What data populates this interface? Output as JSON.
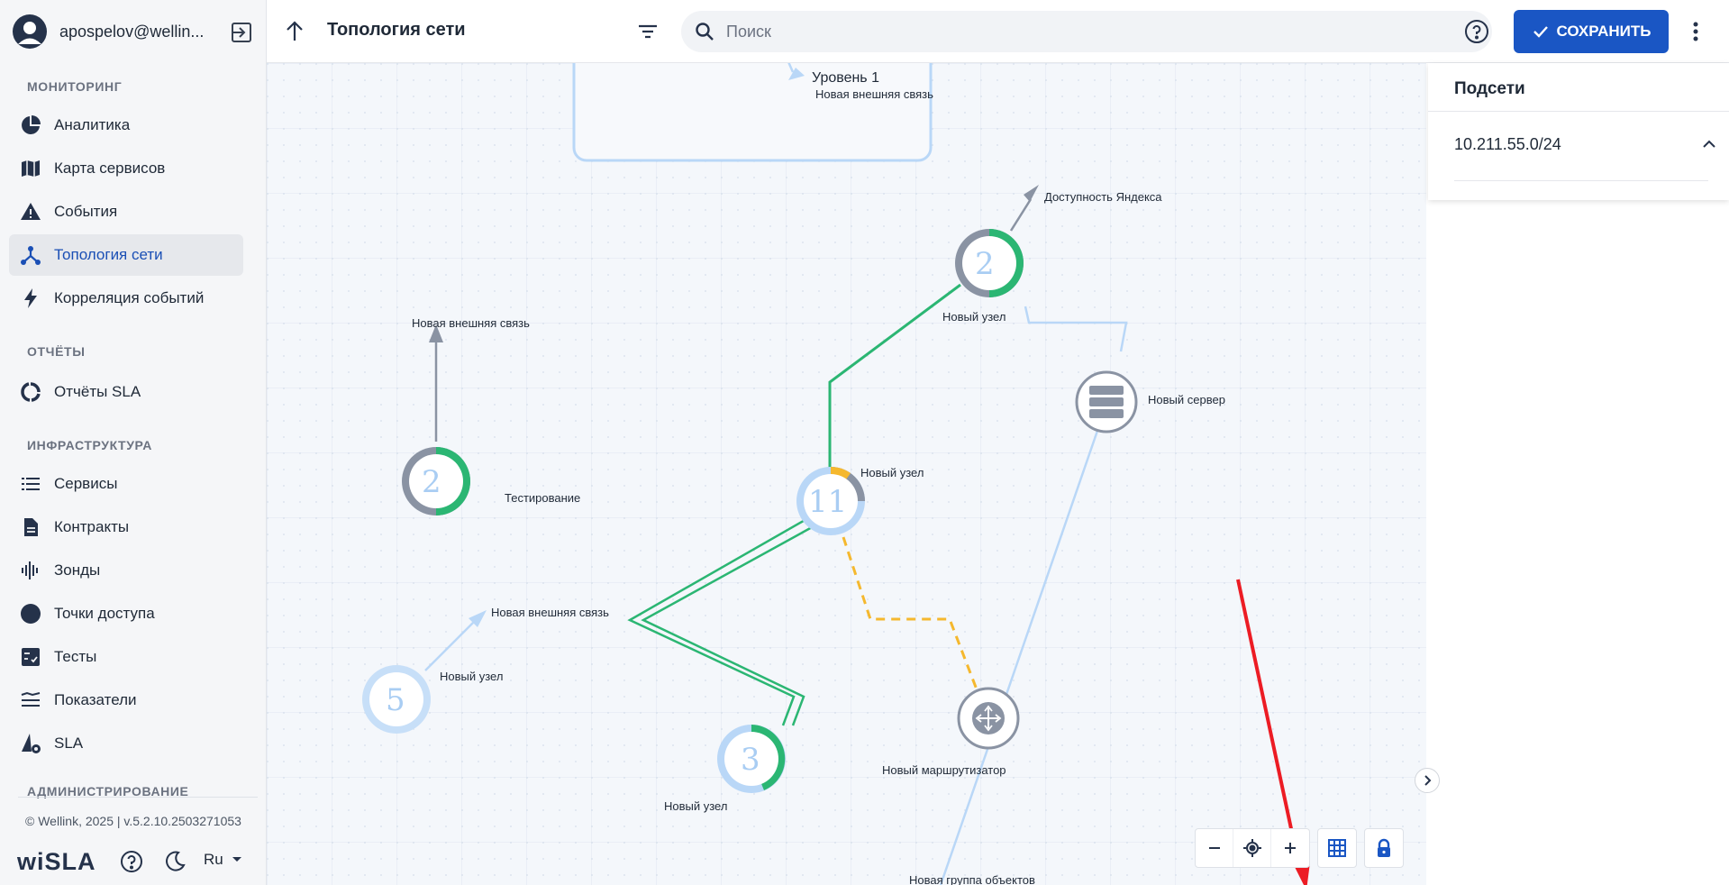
{
  "user": {
    "name": "apospelov@wellin..."
  },
  "sidebar": {
    "sections": [
      {
        "title": "МОНИТОРИНГ"
      },
      {
        "title": "ОТЧЁТЫ"
      },
      {
        "title": "ИНФРАСТРУКТУРА"
      },
      {
        "title": "АДМИНИСТРИРОВАНИЕ"
      }
    ],
    "items": [
      {
        "label": "Аналитика",
        "icon": "pie-chart-icon"
      },
      {
        "label": "Карта сервисов",
        "icon": "map-icon"
      },
      {
        "label": "События",
        "icon": "warning-icon"
      },
      {
        "label": "Топология сети",
        "icon": "topology-icon",
        "active": true
      },
      {
        "label": "Корреляция событий",
        "icon": "bolt-icon"
      },
      {
        "label": "Отчёты SLA",
        "icon": "donut-icon"
      },
      {
        "label": "Сервисы",
        "icon": "list-icon"
      },
      {
        "label": "Контракты",
        "icon": "document-icon"
      },
      {
        "label": "Зонды",
        "icon": "probe-icon"
      },
      {
        "label": "Точки доступа",
        "icon": "circle-icon"
      },
      {
        "label": "Тесты",
        "icon": "checklist-icon"
      },
      {
        "label": "Показатели",
        "icon": "metrics-icon"
      },
      {
        "label": "SLA",
        "icon": "sla-icon"
      }
    ],
    "copyright": "© Wellink, 2025 | v.5.2.10.2503271053",
    "logo": "wiSLA",
    "language": "Ru"
  },
  "header": {
    "title": "Топология сети",
    "search_placeholder": "Поиск",
    "save_label": "СОХРАНИТЬ"
  },
  "subnets_panel": {
    "title": "Подсети",
    "subnet": "10.211.55.0/24"
  },
  "canvas": {
    "nodes": [
      {
        "count": "2",
        "label": "Новый узел"
      },
      {
        "count": "2",
        "label": "Тестирование"
      },
      {
        "count": "11",
        "label": "Новый узел"
      },
      {
        "count": "5",
        "label": "Новый узел"
      },
      {
        "count": "3",
        "label": "Новый узел"
      }
    ],
    "labels": {
      "level1": "Уровень 1",
      "level1_link": "Новая внешняя связь",
      "yandex": "Доступность Яндекса",
      "ext_link_top": "Новая внешняя связь",
      "ext_link_left": "Новая внешняя связь",
      "server": "Новый сервер",
      "router": "Новый маршрутизатор",
      "group": "Новая группа объектов"
    }
  },
  "colors": {
    "accent": "#1a56c4",
    "ok": "#2bb673",
    "warn": "#f5b82e",
    "node_ring": "#b9d7f7",
    "gray_ring": "#8a93a3"
  }
}
